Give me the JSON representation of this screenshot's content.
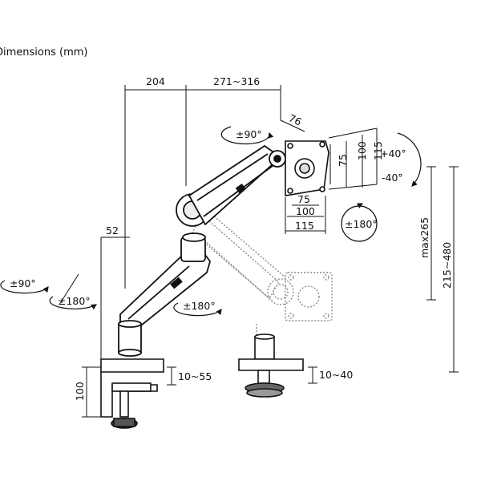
{
  "title": "Dimensions (mm)",
  "dimensions": {
    "arm_reach_1": "204",
    "arm_reach_2": "271~316",
    "vesa_offset": "76",
    "pole_offset": "52",
    "vesa_75_v": "75",
    "vesa_100_v": "100",
    "vesa_115_v": "115",
    "vesa_75_h": "75",
    "vesa_100_h": "100",
    "vesa_115_h": "115",
    "height_max": "max265",
    "height_range": "215~480",
    "clamp_height": "100",
    "clamp_thickness": "10~55",
    "grommet_thickness": "10~40"
  },
  "rotations": {
    "vesa_swivel": "±90°",
    "tilt_up": "+40°",
    "tilt_down": "-40°",
    "screen_rotate": "±180°",
    "base_swivel": "±90°",
    "lower_arm_swivel": "±180°",
    "elbow_swivel": "±180°"
  },
  "colors": {
    "line": "#111111",
    "ghost": "#9a9a9a",
    "arm_fill": "#ffffff"
  }
}
